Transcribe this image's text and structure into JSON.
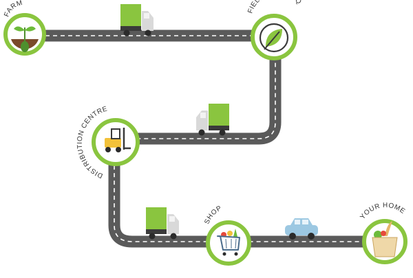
{
  "stops": [
    {
      "id": "farm",
      "label": "FARM",
      "icon": "sprout-seed-icon"
    },
    {
      "id": "hq",
      "label": "FIELDFRESH HQ",
      "icon": "leaf-icon"
    },
    {
      "id": "distribution",
      "label": "DISTRIBUTION CENTRE",
      "icon": "forklift-icon"
    },
    {
      "id": "shop",
      "label": "SHOP",
      "icon": "shopping-cart-icon"
    },
    {
      "id": "home",
      "label": "YOUR HOME",
      "icon": "grocery-bag-icon"
    }
  ],
  "vehicles": [
    "delivery-truck-icon",
    "delivery-truck-icon",
    "delivery-truck-icon",
    "car-icon"
  ],
  "colors": {
    "road": "#5a5a5a",
    "road_dash": "#ffffff",
    "ring": "#8ac53f",
    "truck_cargo": "#8ac53f",
    "truck_cab": "#d9d9d9",
    "car": "#9cc8e2",
    "text": "#333333"
  }
}
